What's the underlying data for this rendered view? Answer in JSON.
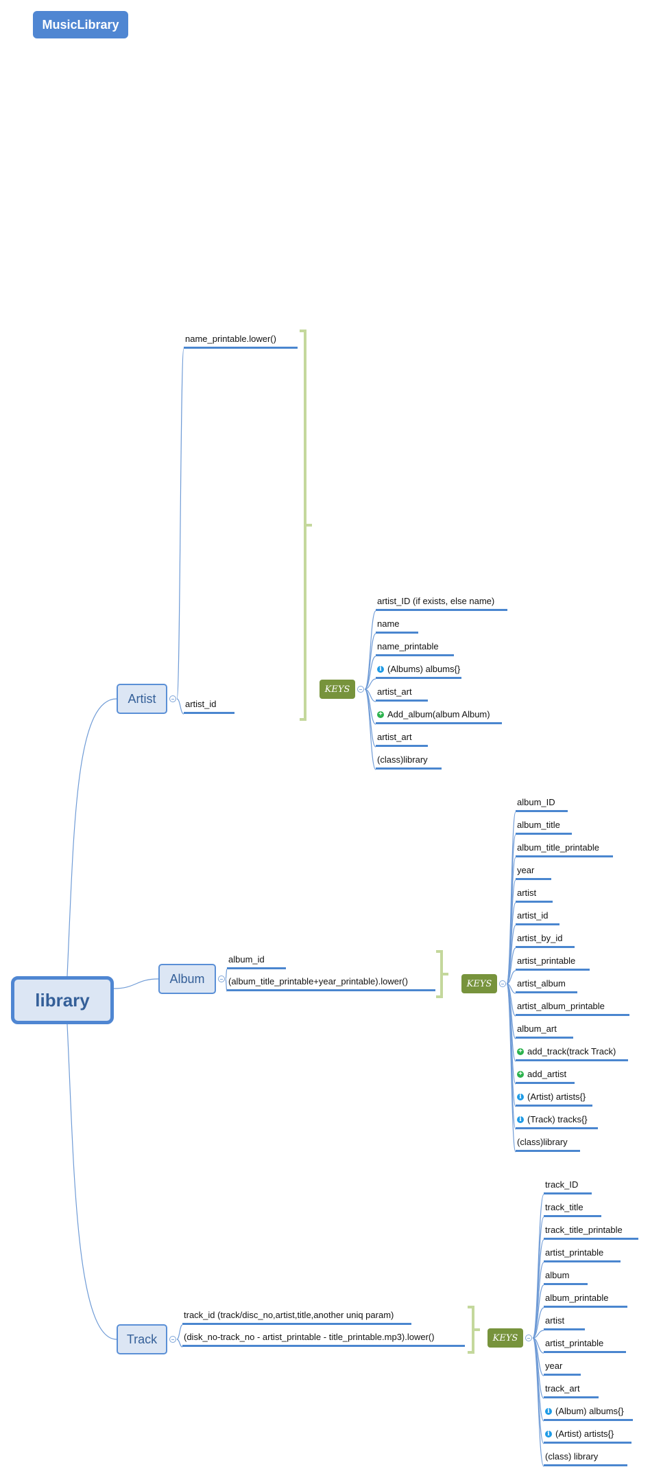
{
  "header": {
    "title": "MusicLibrary"
  },
  "root": {
    "label": "library"
  },
  "keys_label": "KEYS",
  "artist": {
    "label": "Artist",
    "keys": [
      "name_printable.lower()",
      "artist_id"
    ],
    "fields": [
      {
        "text": "artist_ID (if exists, else name)",
        "icon": ""
      },
      {
        "text": "name",
        "icon": ""
      },
      {
        "text": "name_printable",
        "icon": ""
      },
      {
        "text": "(Albums) albums{}",
        "icon": "info-icon"
      },
      {
        "text": "artist_art",
        "icon": ""
      },
      {
        "text": "Add_album(album Album)",
        "icon": "plus-icon"
      },
      {
        "text": "artist_art",
        "icon": ""
      },
      {
        "text": "(class)library",
        "icon": ""
      }
    ]
  },
  "album": {
    "label": "Album",
    "keys": [
      "album_id",
      "(album_title_printable+year_printable).lower()"
    ],
    "fields": [
      {
        "text": "album_ID",
        "icon": ""
      },
      {
        "text": "album_title",
        "icon": ""
      },
      {
        "text": "album_title_printable",
        "icon": ""
      },
      {
        "text": "year",
        "icon": ""
      },
      {
        "text": "artist",
        "icon": ""
      },
      {
        "text": "artist_id",
        "icon": ""
      },
      {
        "text": "artist_by_id",
        "icon": ""
      },
      {
        "text": "artist_printable",
        "icon": ""
      },
      {
        "text": "artist_album",
        "icon": ""
      },
      {
        "text": "artist_album_printable",
        "icon": ""
      },
      {
        "text": "album_art",
        "icon": ""
      },
      {
        "text": "add_track(track Track)",
        "icon": "plus-icon"
      },
      {
        "text": "add_artist",
        "icon": "plus-icon"
      },
      {
        "text": "(Artist) artists{}",
        "icon": "info-icon"
      },
      {
        "text": "(Track) tracks{}",
        "icon": "info-icon"
      },
      {
        "text": "(class)library",
        "icon": ""
      }
    ]
  },
  "track": {
    "label": "Track",
    "keys": [
      "track_id (track/disc_no,artist,title,another uniq param)",
      "(disk_no-track_no - artist_printable - title_printable.mp3).lower()"
    ],
    "fields": [
      {
        "text": "track_ID",
        "icon": ""
      },
      {
        "text": "track_title",
        "icon": ""
      },
      {
        "text": "track_title_printable",
        "icon": ""
      },
      {
        "text": "artist_printable",
        "icon": ""
      },
      {
        "text": "album",
        "icon": ""
      },
      {
        "text": "album_printable",
        "icon": ""
      },
      {
        "text": "artist",
        "icon": ""
      },
      {
        "text": "artist_printable",
        "icon": ""
      },
      {
        "text": "year",
        "icon": ""
      },
      {
        "text": "track_art",
        "icon": ""
      },
      {
        "text": "(Album) albums{}",
        "icon": "info-icon"
      },
      {
        "text": "(Artist) artists{}",
        "icon": "info-icon"
      },
      {
        "text": "(class) library",
        "icon": ""
      }
    ]
  },
  "colors": {
    "accent": "#4f86d2",
    "keys_bg": "#77933c",
    "bracket": "#c4d89c",
    "node_bg": "#dce6f4"
  }
}
